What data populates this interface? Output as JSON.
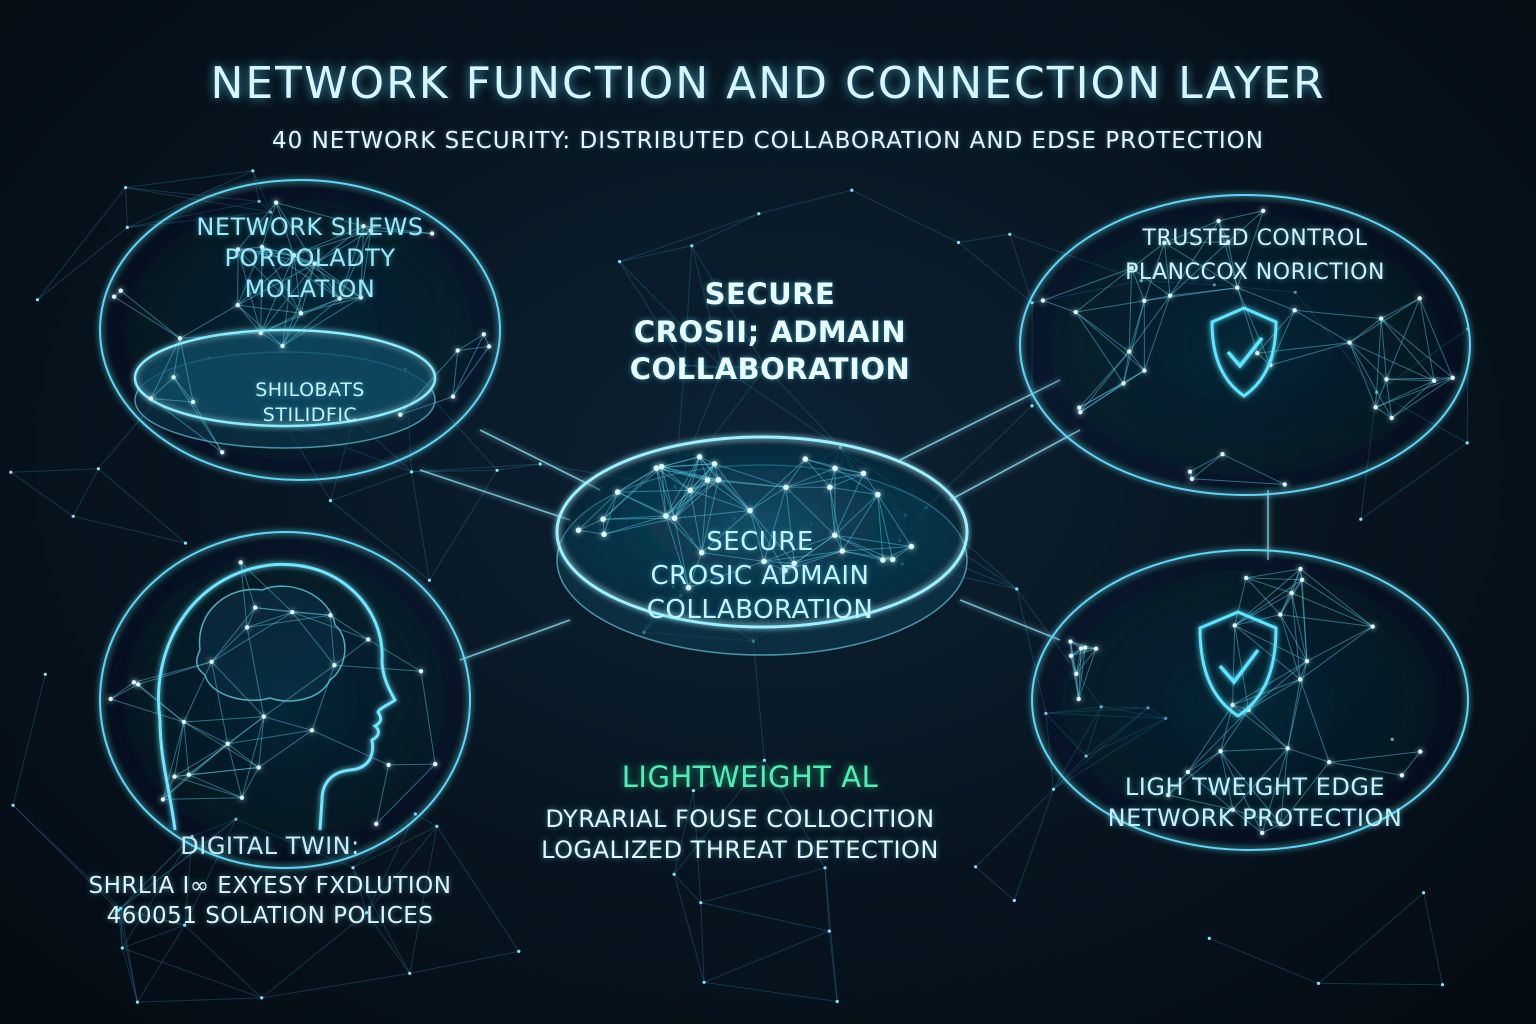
{
  "header": {
    "title": "NETWORK FUNCTION AND CONNECTION LAYER",
    "subtitle": "40 NETWORK SECURITY: DISTRIBUTED COLLABORATION AND EDSE PROTECTION"
  },
  "top_left": {
    "heading": [
      "NETWORK SILEWS",
      "POROOLADTY",
      "MOLATION"
    ],
    "disc_label": [
      "SHILOBATS",
      "STILIDFIC"
    ]
  },
  "center_top": {
    "heading": [
      "SECURE",
      "CROSIІ; ADMAIN",
      "COLLABORATION"
    ]
  },
  "center_hub": {
    "label": [
      "SECURE",
      "CROSIC ADMAIN",
      "COLLABORATION"
    ]
  },
  "top_right": {
    "heading": [
      "TRUSTED CОNTROL",
      "PLANCCOX NORICTION"
    ],
    "icon": "shield-check-icon"
  },
  "bottom_right": {
    "heading": [
      "LIGH TWEIGHT EDGE",
      "NETWORK PROTECTION"
    ],
    "icon": "shield-check-icon"
  },
  "bottom_center": {
    "title": "LIGHTWEIGHT AL",
    "lines": [
      "DYRARIAL FOUSE COLLOCITION",
      "LOGALIZED THREAT DETECTION"
    ]
  },
  "bottom_left": {
    "title": "DIGITAL TWIN:",
    "lines": [
      "SHRLIA I∞ EXYESY FXDLUTION",
      "460051  SOLATION POLICES"
    ],
    "icon": "head-brain-icon"
  },
  "colors": {
    "background": "#07141f",
    "glow": "#4fd8f5",
    "accent_green": "#4ff0b8",
    "text": "#bfeefa"
  }
}
